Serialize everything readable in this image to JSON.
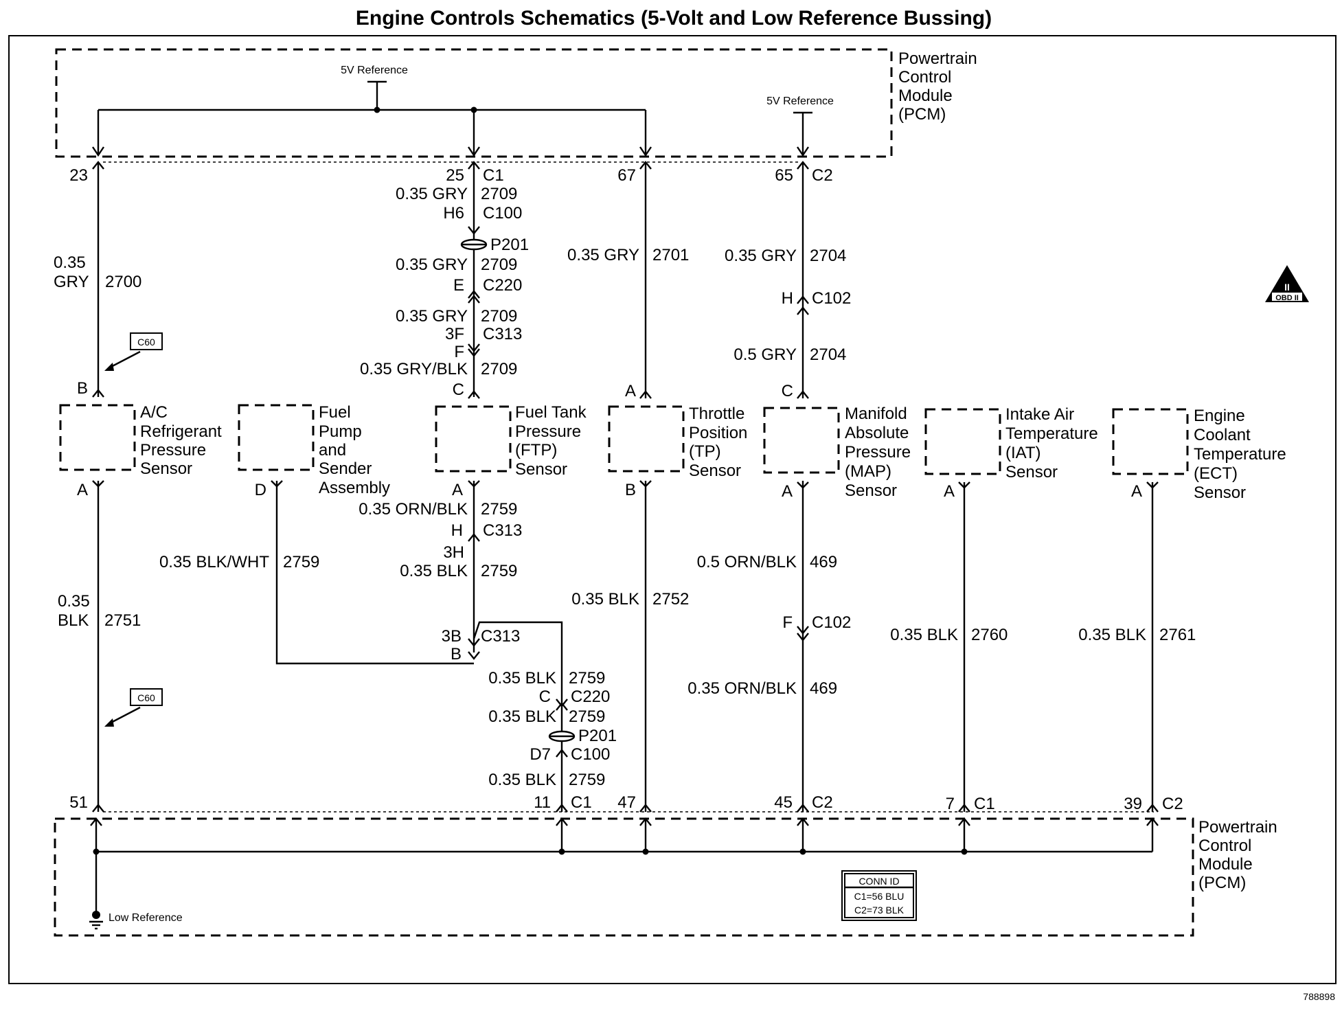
{
  "title": "Engine Controls Schematics (5-Volt and Low Reference Bussing)",
  "figure_number": "788898",
  "pcm_label": [
    "Powertrain",
    "Control",
    "Module",
    "(PCM)"
  ],
  "five_v_reference": "5V Reference",
  "low_reference": "Low Reference",
  "obd_badge": "OBD II",
  "obd_badge_top": "II",
  "c60": "C60",
  "conn_id": {
    "title": "CONN ID",
    "c1": "C1=56 BLU",
    "c2": "C2=73 BLK"
  },
  "sensors": {
    "ac": [
      "A/C",
      "Refrigerant",
      "Pressure",
      "Sensor"
    ],
    "fuel_pump": [
      "Fuel",
      "Pump",
      "and",
      "Sender",
      "Assembly"
    ],
    "ftp": [
      "Fuel Tank",
      "Pressure",
      "(FTP)",
      "Sensor"
    ],
    "tp": [
      "Throttle",
      "Position",
      "(TP)",
      "Sensor"
    ],
    "map": [
      "Manifold",
      "Absolute",
      "Pressure",
      "(MAP)",
      "Sensor"
    ],
    "iat": [
      "Intake Air",
      "Temperature",
      "(IAT)",
      "Sensor"
    ],
    "ect": [
      "Engine",
      "Coolant",
      "Temperature",
      "(ECT)",
      "Sensor"
    ]
  },
  "top_pins": {
    "p23": "23",
    "p25": "25",
    "c1": "C1",
    "p67": "67",
    "p65": "65",
    "c2": "C2"
  },
  "bottom_pins": {
    "p51": "51",
    "p11": "11",
    "c1a": "C1",
    "p47": "47",
    "p45": "45",
    "c2a": "C2",
    "p7": "7",
    "c1b": "C1",
    "p39": "39",
    "c2b": "C2"
  },
  "sensor_pins": {
    "ac_top": "B",
    "ac_bot": "A",
    "fp_bot": "D",
    "ftp_top": "C",
    "ftp_bot": "A",
    "tp_top": "A",
    "tp_bot": "B",
    "map_top": "C",
    "map_bot": "A",
    "iat_bot": "A",
    "ect_bot": "A"
  },
  "wires": {
    "w2700_size": "0.35",
    "w2700_color": "GRY",
    "w2700_circuit": "2700",
    "w2709a": "0.35 GRY",
    "c2709": "2709",
    "h6": "H6",
    "c100": "C100",
    "p201": "P201",
    "w2709b": "0.35 GRY",
    "e": "E",
    "c220": "C220",
    "w2709c": "0.35 GRY",
    "f3": "3F",
    "c313": "C313",
    "f": "F",
    "w2709d": "0.35 GRY/BLK",
    "w2701": "0.35 GRY",
    "c2701": "2701",
    "w2704a": "0.35 GRY",
    "c2704": "2704",
    "h": "H",
    "c102": "C102",
    "w2704b": "0.5 GRY",
    "w2759a": "0.35 ORN/BLK",
    "c2759": "2759",
    "h_ftp": "H",
    "c313_ftp": "C313",
    "h3": "3H",
    "w2759b": "0.35 BLK",
    "w2759fp": "0.35 BLK/WHT",
    "b3": "3B",
    "c313_b": "C313",
    "b": "B",
    "w2759c": "0.35 BLK",
    "c_c220": "C",
    "c220_b": "C220",
    "w2759d": "0.35 BLK",
    "p201_b": "P201",
    "d7": "D7",
    "c100_b": "C100",
    "w2759e": "0.35 BLK",
    "w2751_size": "0.35",
    "w2751_color": "BLK",
    "c2751": "2751",
    "w2752": "0.35 BLK",
    "c2752": "2752",
    "w469a": "0.5 ORN/BLK",
    "c469": "469",
    "f_map": "F",
    "c102_b": "C102",
    "w469b": "0.35 ORN/BLK",
    "w2760": "0.35 BLK",
    "c2760": "2760",
    "w2761": "0.35 BLK",
    "c2761": "2761"
  }
}
